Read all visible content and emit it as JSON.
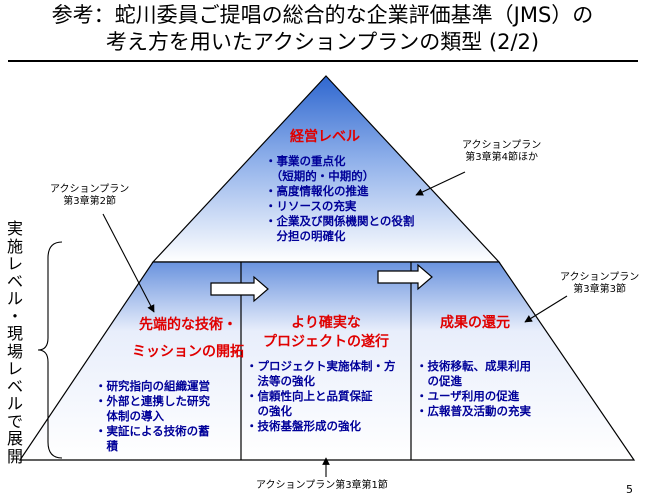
{
  "title_line1": "参考：蛇川委員ご提唱の総合的な企業評価基準（JMS）の",
  "title_line2": "考え方を用いたアクションプランの類型 (2/2)",
  "top": {
    "heading": "経営レベル",
    "items": [
      "・事業の重点化",
      "　（短期的・中期的）",
      "・高度情報化の推進",
      "・リソースの充実",
      "・企業及び関係機関との役割",
      "　分担の明確化"
    ]
  },
  "left": {
    "heading_line1": "先端的な技術・",
    "heading_line2": "ミッションの開拓",
    "items": [
      "・研究指向の組織運営",
      "・外部と連携した研究",
      "　体制の導入",
      "・実証による技術の蓄",
      "　積"
    ]
  },
  "middle": {
    "heading_line1": "より確実な",
    "heading_line2": "プロジェクトの遂行",
    "items": [
      "・プロジェクト実施体制・方",
      "　法等の強化",
      "・信頼性向上と品質保証",
      "　の強化",
      "・技術基盤形成の強化"
    ]
  },
  "right": {
    "heading": "成果の還元",
    "items": [
      "・技術移転、成果利用",
      "　の促進",
      "・ユーザ利用の促進",
      "・広報普及活動の充実"
    ]
  },
  "annotations": {
    "top_right": "アクションプラン\n第3章第4節ほか",
    "left": "アクションプラン\n第3章第2節",
    "right": "アクションプラン\n第3章第3節",
    "bottom": "アクションプラン第3章第1節"
  },
  "vertical_label": "実施レベル・現場レベルで展開",
  "page_number": "5",
  "colors": {
    "heading": "#e00000",
    "list": "#000099",
    "fill_top": "#3a6fd0",
    "fill_light": "#ffffff"
  }
}
